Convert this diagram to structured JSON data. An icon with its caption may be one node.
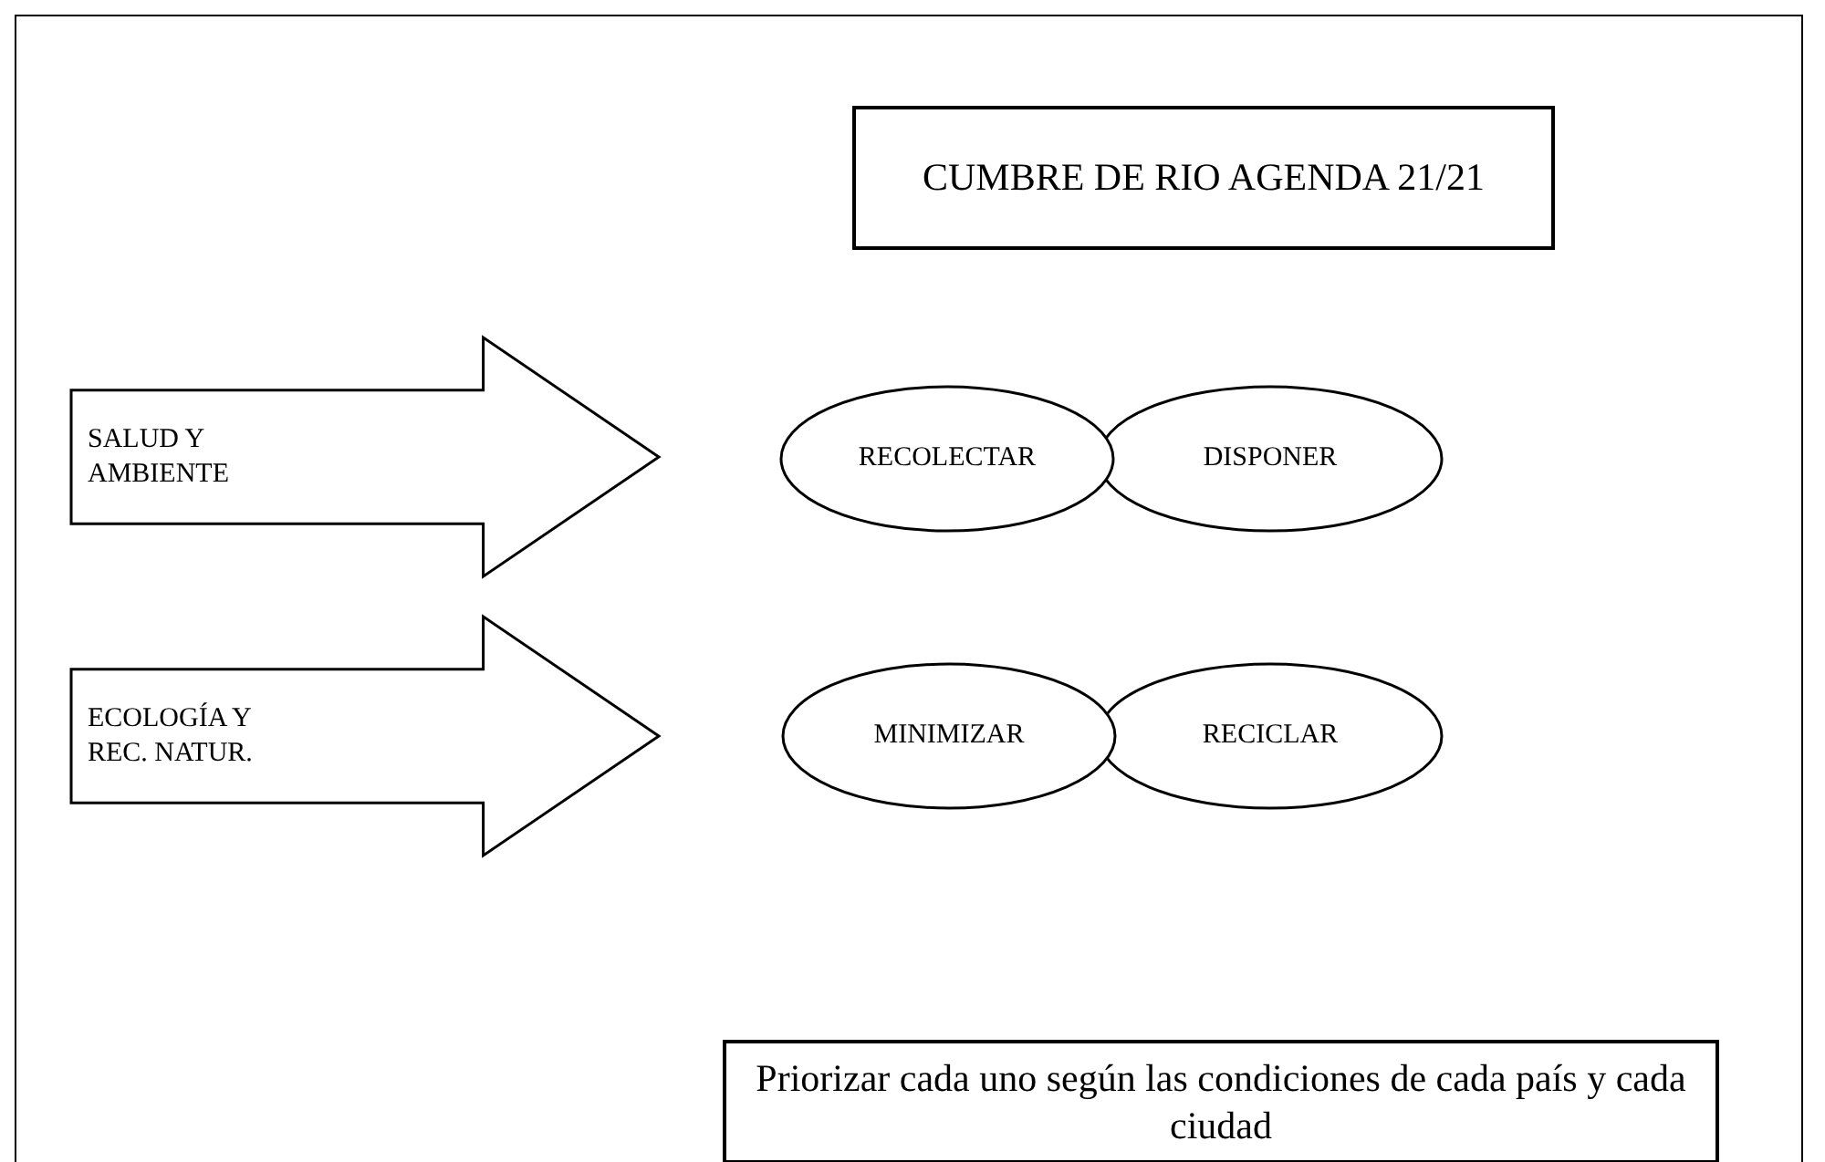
{
  "diagram": {
    "nodes": [
      {
        "text": [
          "CUMBRE DE RIO AGENDA 21/21"
        ]
      },
      {
        "text": [
          "SALUD Y AMBIENTE"
        ]
      },
      {
        "text": [
          "RECOLECTAR"
        ]
      },
      {
        "text": [
          "DISPONER"
        ]
      },
      {
        "text": [
          "ECOLOGÍA Y REC. NATUR."
        ]
      },
      {
        "text": [
          "MINIMIZAR"
        ]
      },
      {
        "text": [
          "RECICLAR"
        ]
      },
      {
        "text": [
          "Priorizar cada uno según las condiciones de cada país y cada ciudad"
        ]
      }
    ]
  }
}
